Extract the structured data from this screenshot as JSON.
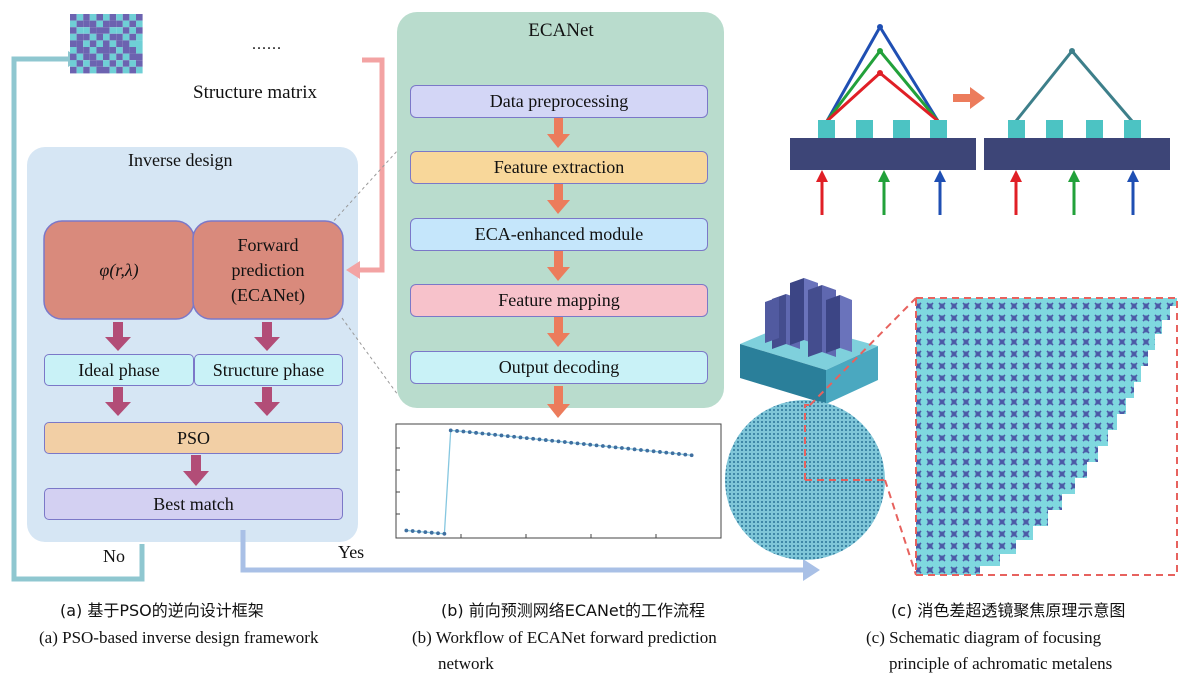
{
  "panel_a": {
    "structure_matrix_label": "Structure matrix",
    "ellipsis": "......",
    "inverse_design_title": "Inverse design",
    "phi_label": "φ(r,λ)",
    "forward_line1": "Forward",
    "forward_line2": "prediction",
    "forward_line3": "(ECANet)",
    "ideal_phase": "Ideal phase",
    "structure_phase": "Structure phase",
    "pso": "PSO",
    "best_match": "Best match",
    "no_label": "No",
    "yes_label": "Yes",
    "caption_cn": "(a) 基于PSO的逆向设计框架",
    "caption_en": "(a) PSO-based inverse design framework"
  },
  "panel_b": {
    "title": "ECANet",
    "steps": [
      "Data preprocessing",
      "Feature extraction",
      "ECA-enhanced module",
      "Feature mapping",
      "Output decoding"
    ],
    "caption_cn": "(b) 前向预测网络ECANet的工作流程",
    "caption_en_line1": "(b) Workflow of ECANet forward prediction",
    "caption_en_line2": "network"
  },
  "panel_c": {
    "caption_cn": "(c) 消色差超透镜聚焦原理示意图",
    "caption_en_line1": "(c) Schematic diagram of focusing",
    "caption_en_line2": "principle of achromatic metalens"
  },
  "colors": {
    "ecanet_bg": "#b9dccd",
    "inverse_bg": "#d6e6f4",
    "salmon": "#d98a7c",
    "cyan": "#c9f2f7",
    "pso": "#f2cfa5",
    "best": "#d3d0f2",
    "arrow_dark": "#b24d77",
    "arrow_orange": "#ec7c5c",
    "feedback": "#8fc7d0",
    "lens_dark": "#3d4577",
    "lens_cyan": "#4cc3c3"
  },
  "chart_data": {
    "type": "scatter",
    "x": [
      1,
      2,
      3,
      4,
      5,
      6,
      7,
      8,
      9,
      10,
      11,
      12,
      13,
      14,
      15,
      16,
      17,
      18,
      19,
      20,
      21,
      22,
      23,
      24,
      25,
      26,
      27,
      28,
      29,
      30,
      31,
      32,
      33,
      34,
      35,
      36,
      37,
      38,
      39,
      40,
      41,
      42,
      43,
      44,
      45,
      46
    ],
    "y": [
      0.05,
      0.045,
      0.04,
      0.035,
      0.03,
      0.025,
      0.02,
      0.96,
      0.955,
      0.95,
      0.944,
      0.938,
      0.932,
      0.926,
      0.92,
      0.914,
      0.908,
      0.902,
      0.896,
      0.89,
      0.884,
      0.878,
      0.872,
      0.866,
      0.86,
      0.854,
      0.848,
      0.842,
      0.836,
      0.83,
      0.824,
      0.818,
      0.812,
      0.806,
      0.8,
      0.794,
      0.788,
      0.782,
      0.776,
      0.77,
      0.764,
      0.758,
      0.752,
      0.746,
      0.74,
      0.734
    ],
    "xlim": [
      0,
      50
    ],
    "ylim": [
      0,
      1
    ],
    "title": "",
    "xlabel": "",
    "ylabel": ""
  }
}
